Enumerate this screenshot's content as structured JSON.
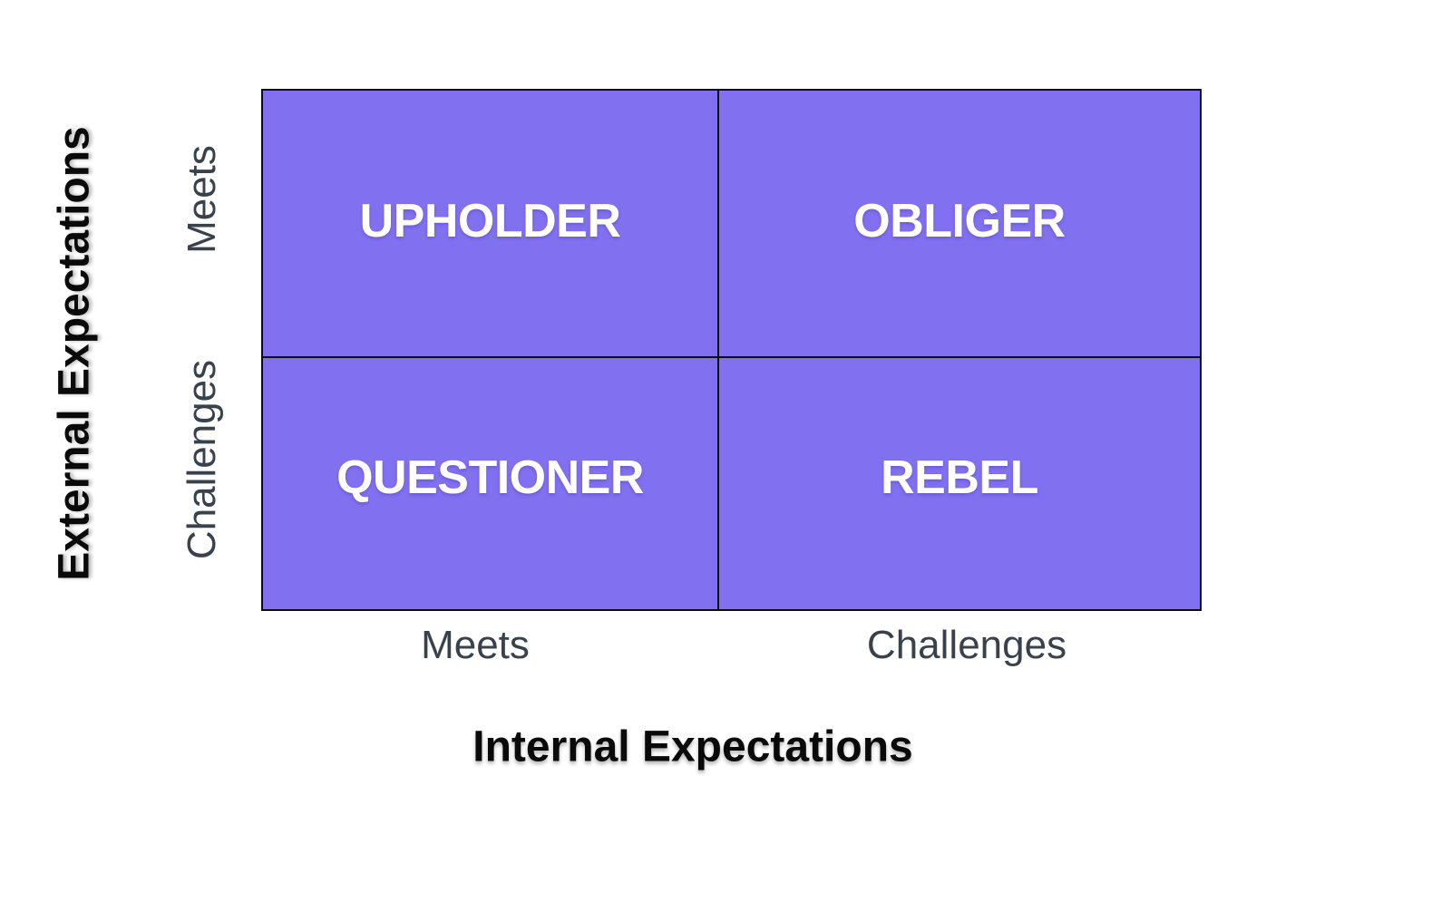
{
  "matrix": {
    "title": "Four Tendencies quadrant matrix",
    "quadrants": [
      {
        "id": "upholder",
        "label": "UPHOLDER",
        "row": "Meets external",
        "col": "Meets internal"
      },
      {
        "id": "obliger",
        "label": "OBLIGER",
        "row": "Meets external",
        "col": "Challenges internal"
      },
      {
        "id": "questioner",
        "label": "QUESTIONER",
        "row": "Challenges external",
        "col": "Meets internal"
      },
      {
        "id": "rebel",
        "label": "REBEL",
        "row": "Challenges external",
        "col": "Challenges internal"
      }
    ],
    "y_axis": {
      "title": "External Expectations",
      "ticks": [
        "Meets",
        "Challenges"
      ]
    },
    "x_axis": {
      "title": "Internal Expectations",
      "ticks": [
        "Meets",
        "Challenges"
      ]
    },
    "colors": {
      "quadrant_fill": "#8170F0",
      "grid_border": "#0e0e0e",
      "quadrant_text": "#ffffff",
      "axis_title_text": "#0a0a0a",
      "tick_text": "#39424b",
      "background": "#ffffff"
    }
  }
}
